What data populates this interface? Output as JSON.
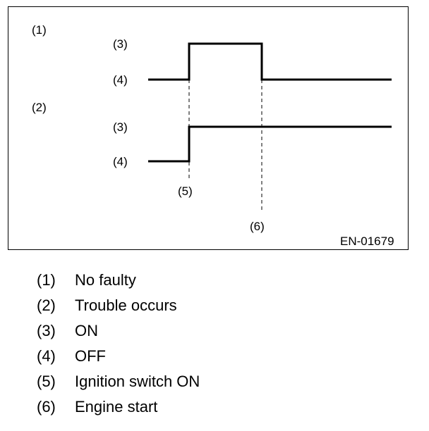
{
  "diagram": {
    "figure_code": "EN-01679",
    "markers": {
      "normal": "(1)",
      "trouble": "(2)",
      "on": "(3)",
      "off": "(4)",
      "ignition": "(5)",
      "engine": "(6)"
    }
  },
  "legend": [
    {
      "num": "(1)",
      "text": "No faulty"
    },
    {
      "num": "(2)",
      "text": "Trouble occurs"
    },
    {
      "num": "(3)",
      "text": "ON"
    },
    {
      "num": "(4)",
      "text": "OFF"
    },
    {
      "num": "(5)",
      "text": "Ignition switch ON"
    },
    {
      "num": "(6)",
      "text": "Engine start"
    }
  ]
}
